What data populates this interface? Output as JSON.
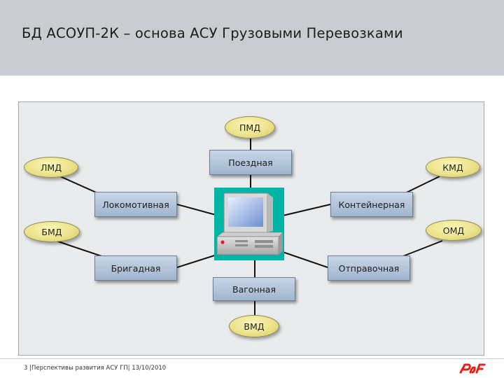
{
  "header": {
    "title": "БД АСОУП-2К – основа АСУ Грузовыми Перевозками"
  },
  "nodes": {
    "pmd": "ПМД",
    "lmd": "ЛМД",
    "kmd": "КМД",
    "bmd": "БМД",
    "omd": "ОМД",
    "vmd": "ВМД",
    "poezdnaya": "Поездная",
    "lokomotivnaya": "Локомотивная",
    "konteynernaya": "Контейнерная",
    "brigadnaya": "Бригадная",
    "otpravochnaya": "Отправочная",
    "vagonnaya": "Вагонная"
  },
  "footer": {
    "text": "3  |Перспективы развития АСУ ГП| 13/10/2010"
  },
  "colors": {
    "header_bg": "#c9ccd1",
    "pill_fill": "#ece38c",
    "box_fill": "#b3c6dc",
    "computer_bg": "#00b4a6",
    "logo": "#e2231a"
  }
}
